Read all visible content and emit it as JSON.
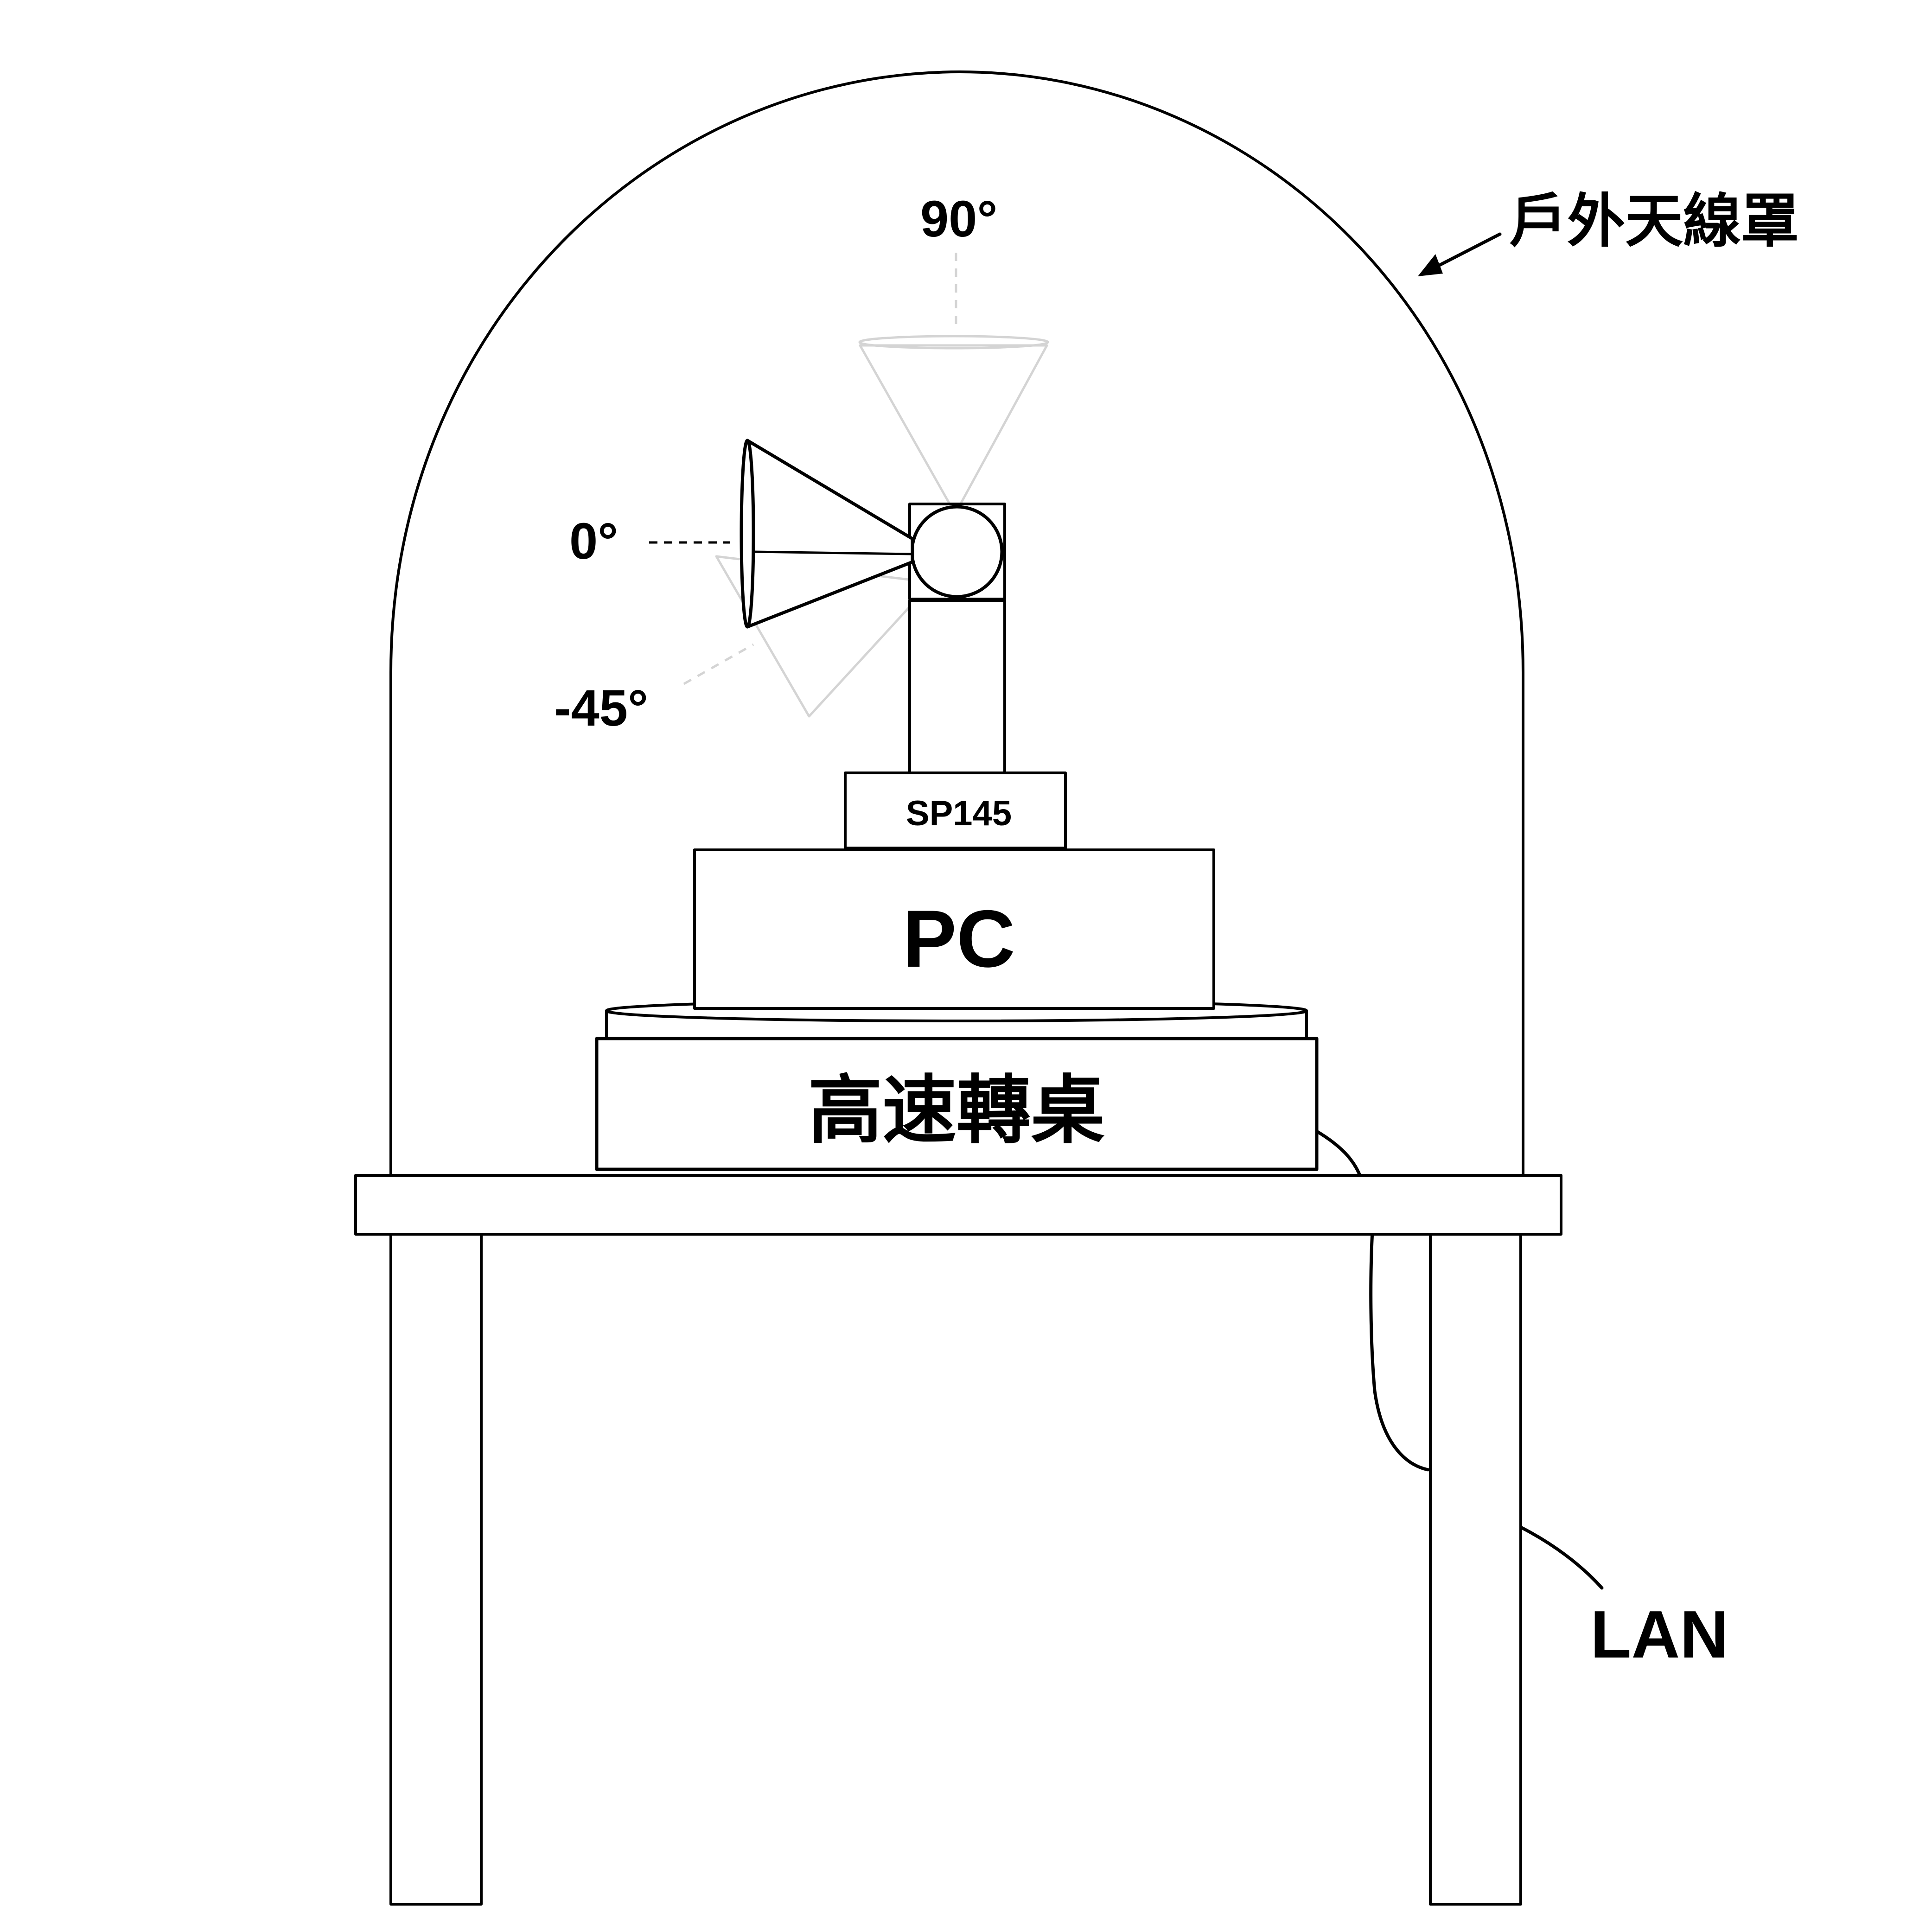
{
  "labels": {
    "radome": "戶外天線罩",
    "angle_90": "90°",
    "angle_0": "0°",
    "angle_neg45": "-45°",
    "controller": "SP145",
    "pc": "PC",
    "turntable": "高速轉桌",
    "lan": "LAN"
  },
  "colors": {
    "ink": "#000000",
    "ghost": "#d4d4d4",
    "background": "#ffffff"
  }
}
